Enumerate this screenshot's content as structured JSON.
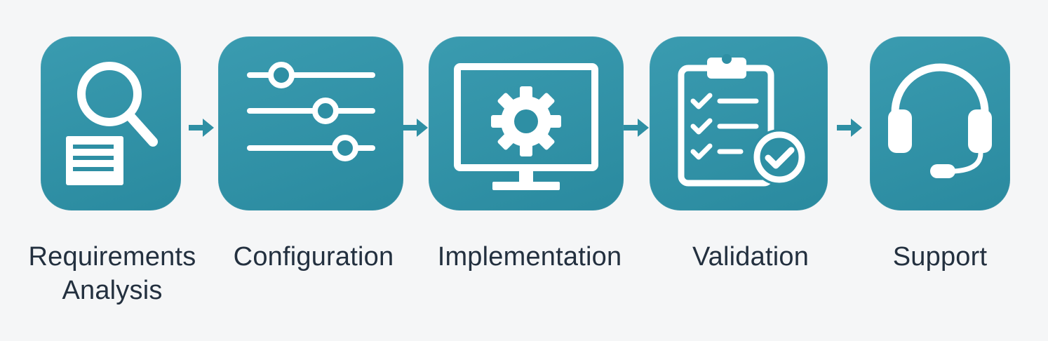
{
  "colors": {
    "tile": "#2e8fa4",
    "arrow": "#2e8fa4",
    "label": "#23303f",
    "background": "#f5f6f7"
  },
  "steps": [
    {
      "icon": "magnifier-document-icon",
      "label_lines": [
        "Requirements",
        "Analysis"
      ]
    },
    {
      "icon": "sliders-icon",
      "label_lines": [
        "Configuration"
      ]
    },
    {
      "icon": "monitor-gear-icon",
      "label_lines": [
        "Implementation"
      ]
    },
    {
      "icon": "clipboard-check-icon",
      "label_lines": [
        "Validation"
      ]
    },
    {
      "icon": "headset-icon",
      "label_lines": [
        "Support"
      ]
    }
  ]
}
